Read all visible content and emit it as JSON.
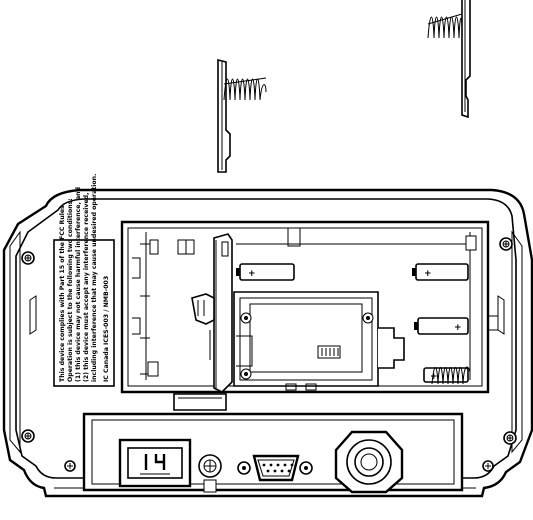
{
  "compliance_label": {
    "line1": "This device complies with Part 15 of the FCC Rules.",
    "line2": "Operation is subject to the following two conditions:",
    "line3": "(1) this device may not cause harmful interference, and",
    "line4": "(2) this device must accept any interference received,",
    "line5": "including interference that may cause undesired operation.",
    "model_line": "IC Canada ICES-003 / NMB-003"
  },
  "battery_symbol": "+"
}
